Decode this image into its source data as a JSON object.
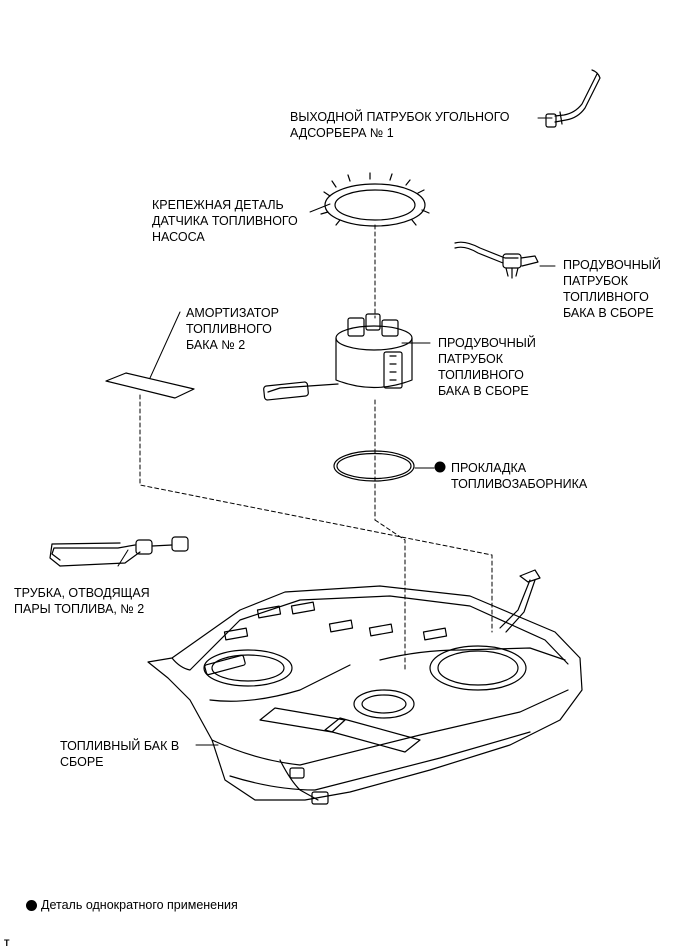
{
  "labels": {
    "canister_outlet_pipe": "ВЫХОДНОЙ ПАТРУБОК УГОЛЬНОГО\nАДСОРБЕРА № 1",
    "retainer": "КРЕПЕЖНАЯ ДЕТАЛЬ\nДАТЧИКА ТОПЛИВНОГО\nНАСОСА",
    "vent_pipe_right": "ПРОДУВОЧНЫЙ\nПАТРУБОК\nТОПЛИВНОГО\nБАКА В СБОРЕ",
    "cushion": "АМОРТИЗАТОР\nТОПЛИВНОГО\nБАКА № 2",
    "vent_pipe_center": "ПРОДУВОЧНЫЙ\nПАТРУБОК\nТОПЛИВНОГО\nБАКА В СБОРЕ",
    "gasket": "ПРОКЛАДКА\nТОПЛИВОЗАБОРНИКА",
    "vapor_tube": "ТРУБКА, ОТВОДЯЩАЯ\nПАРЫ ТОПЛИВА, № 2",
    "fuel_tank": "ТОПЛИВНЫЙ БАК В\nСБОРЕ"
  },
  "legend": {
    "text": "Деталь однократного применения"
  },
  "corner_mark": "T"
}
